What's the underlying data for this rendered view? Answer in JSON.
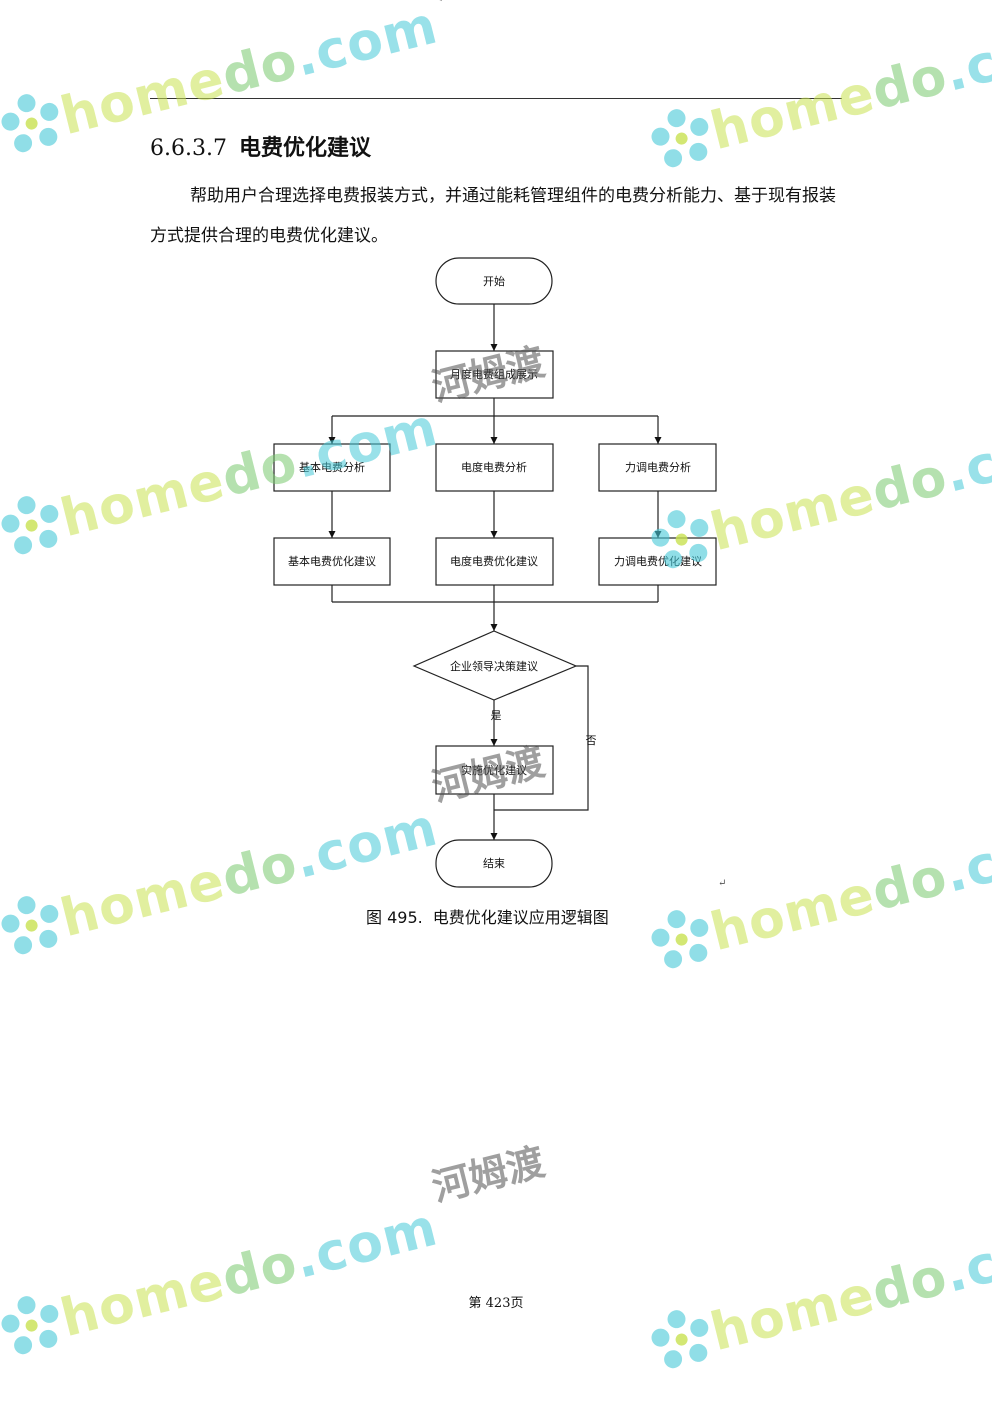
{
  "section": {
    "number": "6.6.3.7",
    "title": "电费优化建议"
  },
  "paragraph": "帮助用户合理选择电费报装方式，并通过能耗管理组件的电费分析能力、基于现有报装方式提供合理的电费优化建议。",
  "flowchart": {
    "start": "开始",
    "display": "月度电费组成展示",
    "analyses": [
      "基本电费分析",
      "电度电费分析",
      "力调电费分析"
    ],
    "suggestions": [
      "基本电费优化建议",
      "电度电费优化建议",
      "力调电费优化建议"
    ],
    "decision": "企业领导决策建议",
    "yes_label": "是",
    "no_label": "否",
    "implement": "实施优化建议",
    "end": "结束"
  },
  "caption": {
    "label": "图 495.",
    "text": "电费优化建议应用逻辑图"
  },
  "page_number": "第 423页",
  "stray_mark": "↵",
  "watermark": {
    "brand_part1": "home",
    "brand_part2": "do",
    "brand_part3": ".com",
    "chinese": "河姆渡",
    "colors": {
      "lime": "#c8e150",
      "green": "#78c86e",
      "cyan": "#46c8d7",
      "gray": "#505050"
    }
  }
}
